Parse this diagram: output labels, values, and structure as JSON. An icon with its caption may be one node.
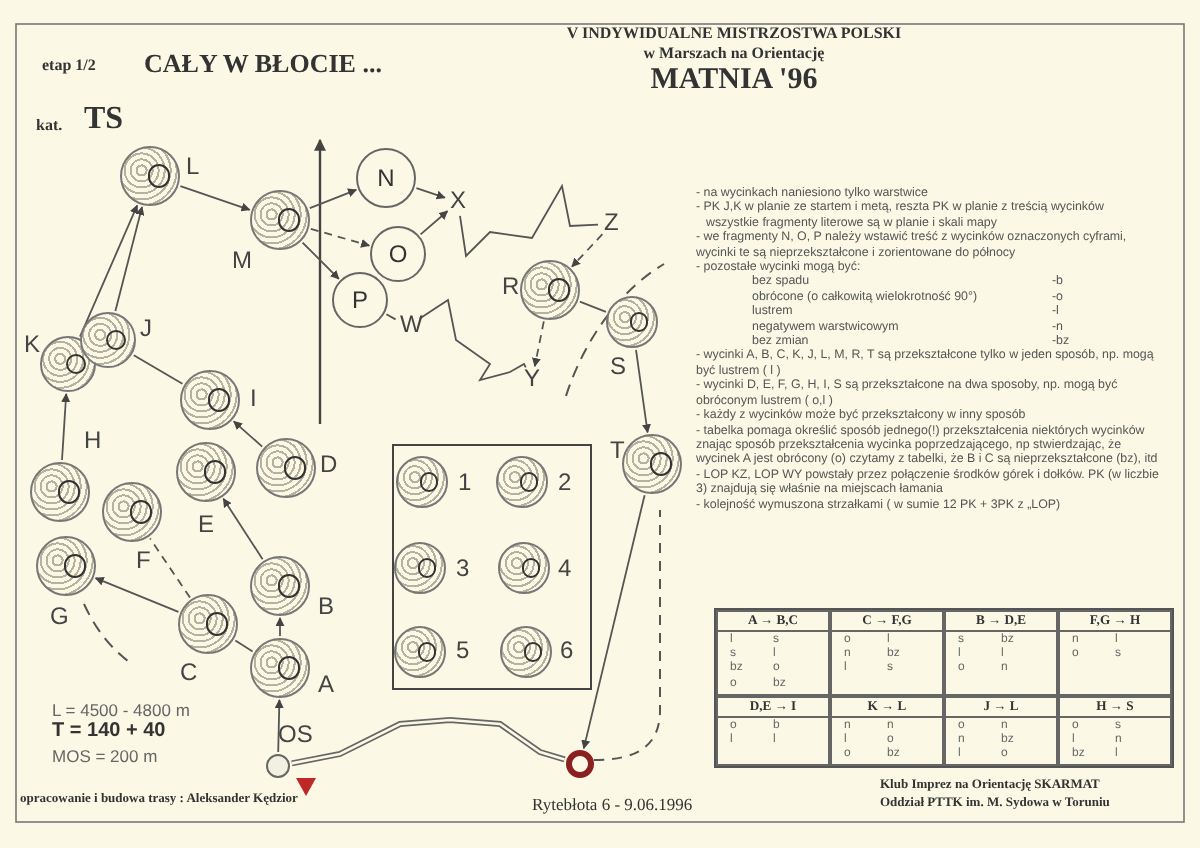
{
  "diagram": {
    "nodes": [
      {
        "text": [
          "L"
        ]
      },
      {
        "text": [
          "M"
        ]
      },
      {
        "text": [
          "N"
        ]
      },
      {
        "text": [
          "O"
        ]
      },
      {
        "text": [
          "P"
        ]
      },
      {
        "text": [
          "X"
        ]
      },
      {
        "text": [
          "R"
        ]
      },
      {
        "text": [
          "Z"
        ]
      },
      {
        "text": [
          "S"
        ]
      },
      {
        "text": [
          "Y"
        ]
      },
      {
        "text": [
          "W"
        ]
      },
      {
        "text": [
          "K"
        ]
      },
      {
        "text": [
          "J"
        ]
      },
      {
        "text": [
          "I"
        ]
      },
      {
        "text": [
          "H"
        ]
      },
      {
        "text": [
          "E"
        ]
      },
      {
        "text": [
          "D"
        ]
      },
      {
        "text": [
          "F"
        ]
      },
      {
        "text": [
          "G"
        ]
      },
      {
        "text": [
          "B"
        ]
      },
      {
        "text": [
          "C"
        ]
      },
      {
        "text": [
          "A"
        ]
      },
      {
        "text": [
          "OS"
        ]
      },
      {
        "text": [
          "T"
        ]
      },
      {
        "text": [],
        "shape": "circle"
      },
      {
        "text": [],
        "shape": "box"
      },
      {
        "text": [
          "1"
        ],
        "in": 25
      },
      {
        "text": [
          "2"
        ],
        "in": 25
      },
      {
        "text": [
          "3"
        ],
        "in": 25
      },
      {
        "text": [
          "4"
        ],
        "in": 25
      },
      {
        "text": [
          "5"
        ],
        "in": 25
      },
      {
        "text": [
          "6"
        ],
        "in": 25
      }
    ],
    "edges": [
      {
        "from": 22,
        "to": 21,
        "arrow": "to"
      },
      {
        "from": 21,
        "to": 19,
        "arrow": "to"
      },
      {
        "from": 21,
        "to": 20,
        "arrow": "none"
      },
      {
        "from": 20,
        "to": 18,
        "arrow": "to"
      },
      {
        "from": 20,
        "to": 17,
        "arrow": "none",
        "style": "dashed"
      },
      {
        "from": 19,
        "to": 15,
        "arrow": "to"
      },
      {
        "from": 16,
        "to": 13,
        "arrow": "to"
      },
      {
        "from": 14,
        "to": 11,
        "arrow": "to"
      },
      {
        "from": 13,
        "to": 12,
        "arrow": "none"
      },
      {
        "from": 12,
        "to": 0,
        "arrow": "to"
      },
      {
        "from": 11,
        "to": 0,
        "arrow": "to"
      },
      {
        "from": 0,
        "to": 1,
        "arrow": "to"
      },
      {
        "from": 1,
        "to": 2,
        "arrow": "to"
      },
      {
        "from": 1,
        "to": 3,
        "arrow": "to",
        "style": "dashed"
      },
      {
        "from": 1,
        "to": 4,
        "arrow": "to"
      },
      {
        "from": 2,
        "to": 5,
        "arrow": "to"
      },
      {
        "from": 3,
        "to": 5,
        "arrow": "to"
      },
      {
        "from": 5,
        "to": 7,
        "arrow": "none"
      },
      {
        "from": 4,
        "to": 10,
        "arrow": "none"
      },
      {
        "from": 10,
        "to": 9,
        "arrow": "none"
      },
      {
        "from": 7,
        "to": 6,
        "arrow": "to",
        "style": "dashed"
      },
      {
        "from": 6,
        "to": 9,
        "arrow": "to",
        "style": "dashed"
      },
      {
        "from": 6,
        "to": 8,
        "arrow": "none"
      },
      {
        "from": 8,
        "to": 23,
        "arrow": "to"
      },
      {
        "from": 23,
        "to": 24,
        "arrow": "to"
      },
      {
        "from": 22,
        "to": 24,
        "arrow": "none",
        "style": "thick"
      }
    ],
    "labels": [
      "etap 1/2",
      "CAŁY W BŁOCIE ...",
      "kat.",
      "TS",
      "V INDYWIDUALNE MISTRZOSTWA POLSKI",
      "w Marszach na Orientację",
      "MATNIA '96",
      "- na wycinkach naniesiono tylko warstwice",
      "- PK J,K w planie ze startem i metą, reszta PK w planie z treścią wycinków",
      "wszystkie fragmenty literowe są w planie i skali mapy",
      "- we fragmenty N, O, P należy wstawić treść z wycinków oznaczonych cyframi, wycinki te są nieprzekształcone i zorientowane do północy",
      "- pozostałe wycinki mogą być:",
      "bez spadu",
      "-b",
      "obrócone (o całkowitą wielokrotność 90°)",
      "-o",
      "lustrem",
      "-l",
      "negatywem warstwicowym",
      "-n",
      "bez zmian",
      "-bz",
      "- wycinki A, B, C, K, J, L, M, R, T są przekształcone tylko w jeden sposób, np. mogą być lustrem ( l )",
      "- wycinki D, E, F, G, H, I, S są przekształcone na dwa sposoby, np. mogą być obróconym lustrem ( o,l )",
      "- każdy z wycinków może być przekształcony w inny sposób",
      "- tabelka pomaga określić sposób jednego(!) przekształcenia niektórych wycinków znając sposób przekształcenia wycinka poprzedzającego, np stwierdzając, że wycinek A jest obrócony (o) czytamy z tabelki, że B i C są nieprzekształcone (bz), itd",
      "- LOP KZ, LOP WY powstały przez połączenie środków górek i dołków. PK (w liczbie 3) znajdują się właśnie na miejscach łamania",
      "- kolejność wymuszona strzałkami ( w sumie 12 PK + 3PK z „LOP)",
      "A → B,C",
      "l",
      "s",
      "s",
      "l",
      "bz",
      "o",
      "o",
      "bz",
      "C → F,G",
      "o",
      "l",
      "n",
      "bz",
      "l",
      "s",
      "B → D,E",
      "s",
      "bz",
      "l",
      "l",
      "o",
      "n",
      "F,G → H",
      "n",
      "l",
      "o",
      "s",
      "D,E → I",
      "o",
      "b",
      "l",
      "l",
      "K → L",
      "n",
      "n",
      "l",
      "o",
      "o",
      "bz",
      "J → L",
      "o",
      "n",
      "n",
      "bz",
      "l",
      "o",
      "H → S",
      "o",
      "s",
      "l",
      "n",
      "bz",
      "l",
      "L = 4500 - 4800 m",
      "T = 140 + 40",
      "MOS = 200 m",
      "opracowanie i budowa trasy : Aleksander Kędzior",
      "Rytebłota 6 - 9.06.1996",
      "Klub Imprez na Orientację SKARMAT",
      "Oddział PTTK im. M. Sydowa w Toruniu"
    ]
  }
}
